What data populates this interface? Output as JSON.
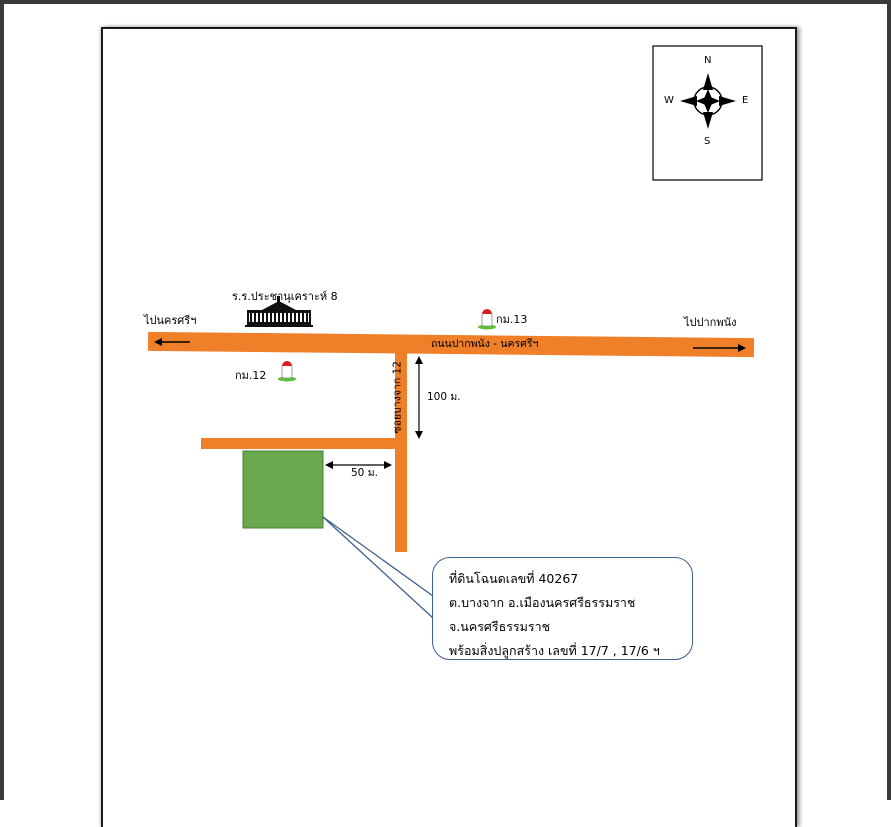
{
  "compass": {
    "north": "N",
    "south": "S",
    "east": "E",
    "west": "W"
  },
  "labels": {
    "school": "ร.ร.ประชานุเคราะห์ 8",
    "to_left": "ไปนครศรีฯ",
    "to_right": "ไปปากพนัง",
    "main_road": "ถนนปากพนัง - นครศรีฯ",
    "km13": "กม.13",
    "km12": "กม.12",
    "side_road": "ซอยบางจาก 12",
    "dist_100": "100 ม.",
    "dist_50": "50 ม."
  },
  "callout": {
    "line1": "ที่ดินโฉนดเลขที่ 40267",
    "line2": "ต.บางจาก อ.เมืองนครศรีธรรมราช",
    "line3": "จ.นครศรีธรรมราช",
    "line4": "พร้อมสิ่งปลูกสร้าง เลขที่ 17/7 , 17/6 ฯ"
  },
  "colors": {
    "road": "#f07f2a",
    "parcel": "#6aa84f",
    "callout_border": "#3f5f8f"
  }
}
